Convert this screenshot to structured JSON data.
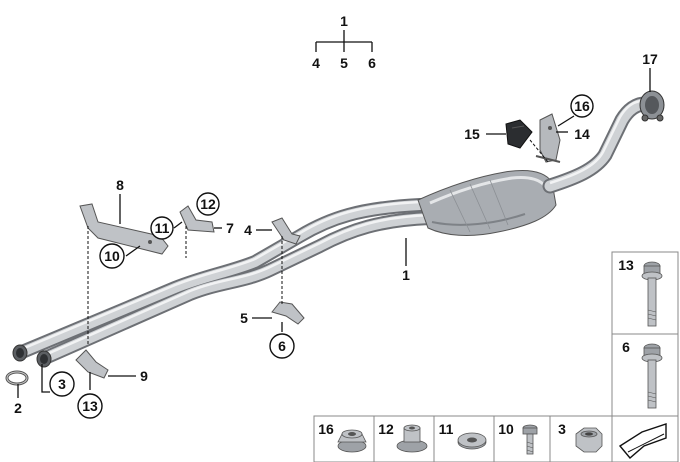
{
  "callouts": {
    "c1_top": "1",
    "c4_top": "4",
    "c5_top": "5",
    "c6_top": "6",
    "c17": "17",
    "c16": "16",
    "c15": "15",
    "c14": "14",
    "c8": "8",
    "c12": "12",
    "c11": "11",
    "c7": "7",
    "c10": "10",
    "c4": "4",
    "c1": "1",
    "c5": "5",
    "c6": "6",
    "c2": "2",
    "c3": "3",
    "c9": "9",
    "c13": "13"
  },
  "side_panel": {
    "top_label": "13",
    "bottom_label": "6"
  },
  "bottom_row": [
    {
      "label": "16",
      "icon": "flange-nut-icon"
    },
    {
      "label": "12",
      "icon": "collar-nut-icon"
    },
    {
      "label": "11",
      "icon": "washer-icon"
    },
    {
      "label": "10",
      "icon": "bolt-icon"
    },
    {
      "label": "3",
      "icon": "hex-nut-icon"
    },
    {
      "label": "",
      "icon": "direction-arrow-icon"
    }
  ]
}
